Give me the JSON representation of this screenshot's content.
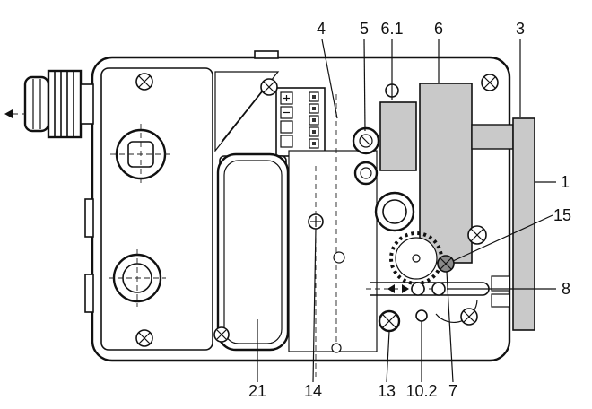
{
  "diagram": {
    "callouts": [
      {
        "id": "callout-4",
        "label": "4"
      },
      {
        "id": "callout-5",
        "label": "5"
      },
      {
        "id": "callout-6-1",
        "label": "6.1"
      },
      {
        "id": "callout-6",
        "label": "6"
      },
      {
        "id": "callout-3",
        "label": "3"
      },
      {
        "id": "callout-1",
        "label": "1"
      },
      {
        "id": "callout-15",
        "label": "15"
      },
      {
        "id": "callout-8",
        "label": "8"
      },
      {
        "id": "callout-21",
        "label": "21"
      },
      {
        "id": "callout-14",
        "label": "14"
      },
      {
        "id": "callout-13",
        "label": "13"
      },
      {
        "id": "callout-10-2",
        "label": "10.2"
      },
      {
        "id": "callout-7",
        "label": "7"
      }
    ],
    "colors": {
      "line": "#111111",
      "component_fill": "#c9c9c9",
      "background": "#ffffff"
    }
  }
}
